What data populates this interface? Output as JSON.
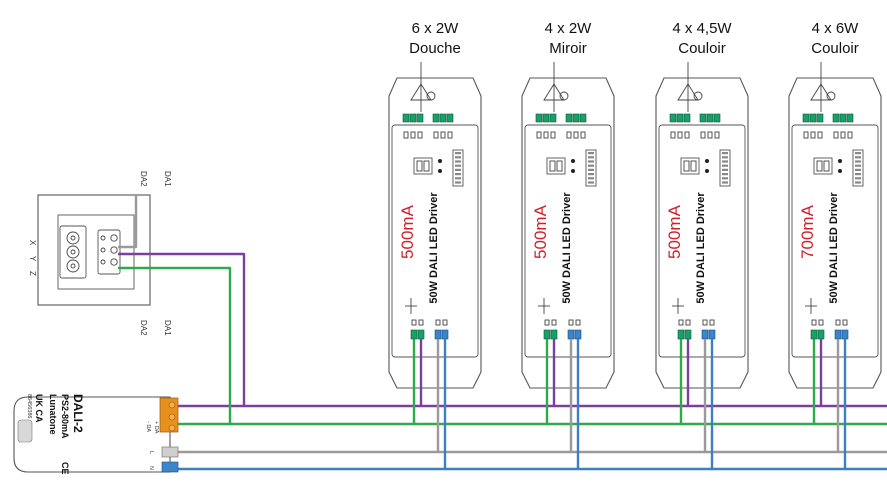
{
  "colors": {
    "wire_purple": "#7b3fa0",
    "wire_green": "#2faa4a",
    "wire_grey": "#9a9a9a",
    "wire_blue": "#3c7fc4",
    "current_red": "#d0202a",
    "terminal_orange": "#e8901e"
  },
  "drivers": [
    {
      "qty": "6 x 2W",
      "place": "Douche",
      "current": "500mA",
      "model": "50W DALI LED Driver"
    },
    {
      "qty": "4 x 2W",
      "place": "Miroir",
      "current": "500mA",
      "model": "50W DALI LED Driver"
    },
    {
      "qty": "4 x 4,5W",
      "place": "Couloir",
      "current": "500mA",
      "model": "50W DALI LED Driver"
    },
    {
      "qty": "4 x 6W",
      "place": "Couloir",
      "current": "700mA",
      "model": "50W DALI LED Driver"
    }
  ],
  "sensor": {
    "icon": "rotary-switch-icon",
    "axis_x": "X",
    "axis_y": "Y",
    "axis_z": "Z",
    "da2_top": "DA2",
    "da1_top": "DA1",
    "da2_bottom": "DA2",
    "da1_bottom": "DA1"
  },
  "power_supply": {
    "line1": "DALI-2",
    "line2": "PS2-80mA",
    "brand": "Lunatone",
    "marks": "UK CA",
    "ce": "CE",
    "part": "86456386",
    "terminal_da_plus": "+ DA",
    "terminal_da_minus": "- DA",
    "terminal_l": "L",
    "terminal_n": "N"
  }
}
